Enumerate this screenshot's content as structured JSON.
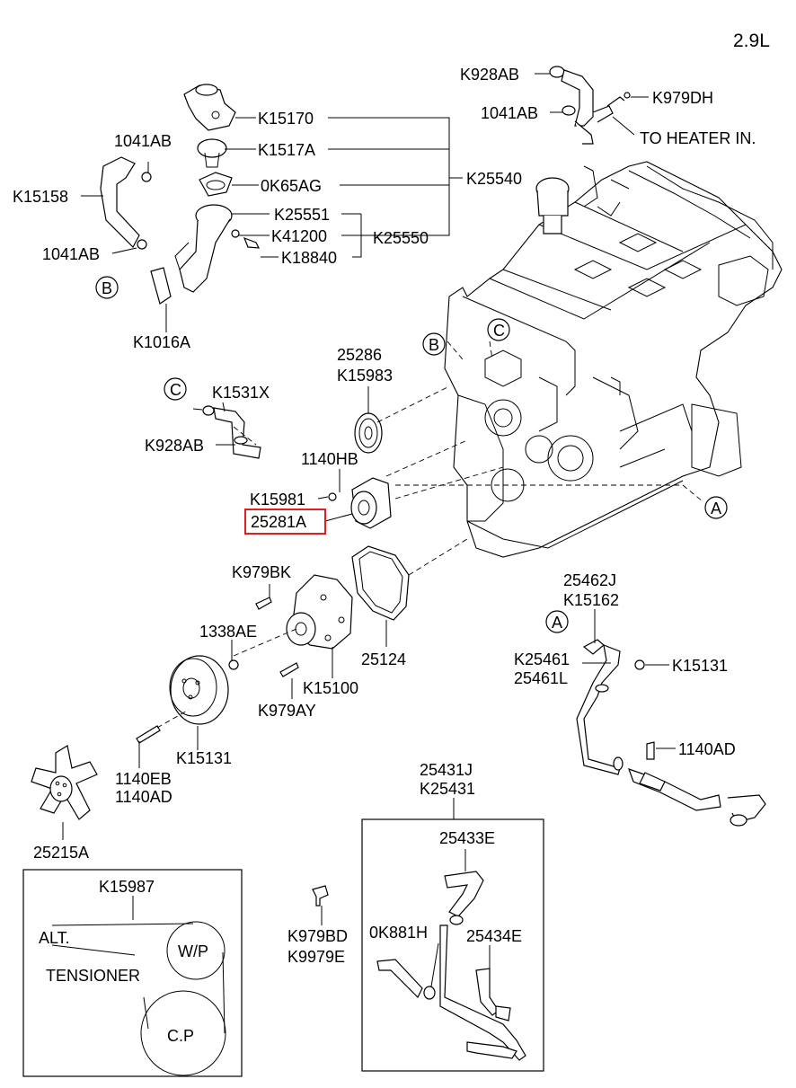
{
  "engine_spec": "2.9L",
  "labels": {
    "k928ab_top": "K928AB",
    "k979dh": "K979DH",
    "ab1041_top": "1041AB",
    "to_heater": "TO HEATER IN.",
    "k15170": "K15170",
    "k1517a": "K1517A",
    "ok65ag": "0K65AG",
    "k25540": "K25540",
    "k25551": "K25551",
    "k41200": "K41200",
    "k25550": "K25550",
    "k18840": "K18840",
    "ab1041_left_top": "1041AB",
    "k15158": "K15158",
    "ab1041_left_bottom": "1041AB",
    "k1016a": "K1016A",
    "p25286": "25286",
    "k15983": "K15983",
    "k1531x": "K1531X",
    "k928ab_mid": "K928AB",
    "hb1140": "1140HB",
    "k15981": "K15981",
    "p25281a": "25281A",
    "k979bk": "K979BK",
    "ae1338": "1338AE",
    "p25124": "25124",
    "k15100": "K15100",
    "k979ay": "K979AY",
    "k15131_pulley": "K15131",
    "eb1140": "1140EB",
    "ad1140_left": "1140AD",
    "p25215a": "25215A",
    "p25462j": "25462J",
    "k15162": "K15162",
    "k25461": "K25461",
    "p25461l": "25461L",
    "k15131_right": "K15131",
    "ad1140_right": "1140AD",
    "p25431j": "25431J",
    "k25431": "K25431",
    "p25433e": "25433E",
    "ok881h": "0K881H",
    "p25434e": "25434E",
    "k979bd": "K979BD",
    "k9979e": "K9979E",
    "k15987": "K15987",
    "alt": "ALT.",
    "wp": "W/P",
    "tensioner": "TENSIONER",
    "cp": "C.P"
  },
  "ref_markers": {
    "a": "A",
    "b": "B",
    "c": "C"
  },
  "highlight_color": "#e02020"
}
